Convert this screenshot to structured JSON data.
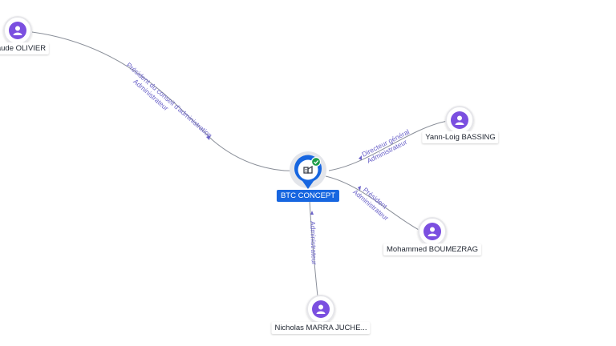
{
  "company": {
    "name": "BTC CONCEPT",
    "icon": "building-icon",
    "status_icon": "verified-check-icon",
    "color": "#1766e0",
    "status_color": "#1e9e4a"
  },
  "people": [
    {
      "name": "Claude OLIVIER",
      "icon": "person-icon"
    },
    {
      "name": "Yann-Loig BASSING",
      "icon": "person-icon"
    },
    {
      "name": "Mohammed BOUMEZRAG",
      "icon": "person-icon"
    },
    {
      "name": "Nicholas MARRA JUCHE...",
      "icon": "person-icon"
    }
  ],
  "relations": [
    {
      "lines": [
        "Président du conseil d'administration",
        "Administrateur"
      ]
    },
    {
      "lines": [
        "Directeur général",
        "Administrateur"
      ]
    },
    {
      "lines": [
        "Président",
        "Administrateur"
      ]
    },
    {
      "lines": [
        "Administrateur"
      ]
    }
  ],
  "colors": {
    "person": "#7b4fe0",
    "relation_text": "#6b63c9",
    "edge": "#8a8f99"
  }
}
